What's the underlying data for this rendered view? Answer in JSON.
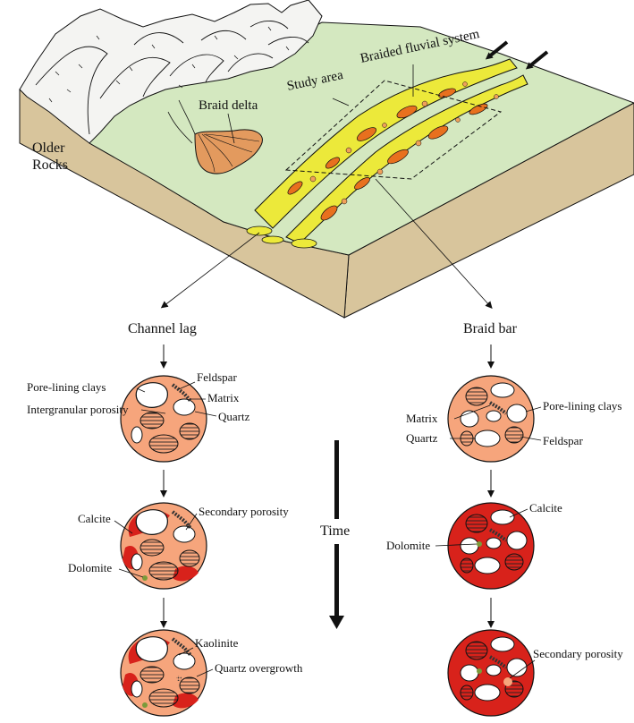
{
  "block": {
    "older_rocks_line1": "Older",
    "older_rocks_line2": "Rocks",
    "braid_delta": "Braid delta",
    "study_area": "Study area",
    "braided_fluvial_system": "Braided fluvial system"
  },
  "channel_lag": {
    "title": "Channel lag",
    "stage1": {
      "feldspar": "Feldspar",
      "pore_lining_clays": "Pore-lining clays",
      "matrix": "Matrix",
      "intergranular_porosity": "Intergranular porosity",
      "quartz": "Quartz"
    },
    "stage2": {
      "calcite": "Calcite",
      "secondary_porosity": "Secondary porosity",
      "dolomite": "Dolomite"
    },
    "stage3": {
      "kaolinite": "Kaolinite",
      "quartz_overgrowth": "Quartz overgrowth"
    }
  },
  "braid_bar": {
    "title": "Braid bar",
    "stage1": {
      "matrix": "Matrix",
      "pore_lining_clays": "Pore-lining clays",
      "quartz": "Quartz",
      "feldspar": "Feldspar"
    },
    "stage2": {
      "calcite": "Calcite",
      "dolomite": "Dolomite"
    },
    "stage3": {
      "secondary_porosity": "Secondary porosity"
    }
  },
  "time_label": "Time",
  "colors": {
    "plain": "#d4e8c0",
    "block_side": "#d8c59c",
    "mountain": "#f4f4f2",
    "delta": "#e39a5e",
    "channel": "#ece93a",
    "bar": "#e8701e",
    "pore_peach": "#f6a57c",
    "calcite_red": "#d8221b",
    "dolomite": "#7a9a3a"
  }
}
